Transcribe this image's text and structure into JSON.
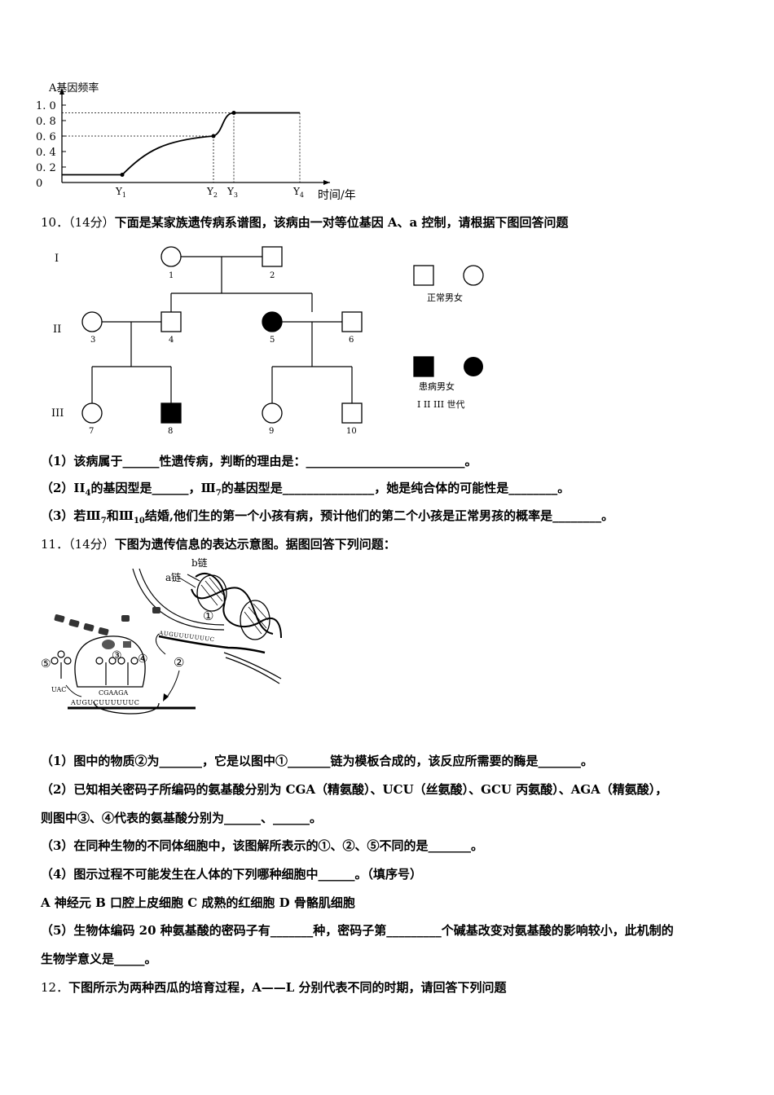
{
  "chart_data": {
    "type": "line",
    "ylabel": "A基因频率",
    "xlabel": "时间/年",
    "yticks": [
      "1. 0",
      "0. 8",
      "0. 6",
      "0. 4",
      "0. 2",
      "0"
    ],
    "xticks": [
      "Y1",
      "Y2",
      "Y3",
      "Y4"
    ],
    "ylim": [
      0,
      1.0
    ],
    "series": [
      {
        "points": [
          {
            "x": "start",
            "y": 0.1
          },
          {
            "x": "Y1",
            "y": 0.1
          },
          {
            "x": "Y2",
            "y": 0.6
          },
          {
            "x": "Y3",
            "y": 0.9
          },
          {
            "x": "Y4",
            "y": 0.9
          }
        ]
      }
    ],
    "grid": false
  },
  "q10": {
    "number": "10．",
    "score": "（14分）",
    "text": "下面是某家族遗传病系谱图，该病由一对等位基因 A、a 控制，请根据下图回答问题",
    "pedigree": {
      "generations": [
        "I",
        "II",
        "III"
      ],
      "members": [
        "1",
        "2",
        "3",
        "4",
        "5",
        "6",
        "7",
        "8",
        "9",
        "10"
      ],
      "legend_normal": "正常男女",
      "legend_affected": "患病男女",
      "legend_generations": "I  II  III  世代"
    },
    "s1": "（1）该病属于______性遗传病，判断的理由是：__________________________。",
    "s2a": "（2）II",
    "s2sub1": "4",
    "s2b": "的基因型是______，Ⅲ",
    "s2sub2": "7",
    "s2c": "的基因型是_______________，她是纯合体的可能性是________。",
    "s3a": "（3）若Ⅲ",
    "s3sub1": "7",
    "s3b": "和Ⅲ",
    "s3sub2": "10",
    "s3c": "结婚,他们生的第一个小孩有病，预计他们的第二个小孩是正常男孩的概率是________。"
  },
  "q11": {
    "number": "11．",
    "score": "（14分）",
    "text": "下图为遗传信息的表达示意图。据图回答下列问题：",
    "fig": {
      "b_chain": "b链",
      "a_chain": "a链",
      "m1": "①",
      "m2": "②",
      "m3": "③",
      "m4": "④",
      "m5": "⑤",
      "mrna_top": "AUGUUUUUUUC",
      "anticodon": "UAC",
      "codons_top": "CGAAGA",
      "mrna_bottom": "AUGUCUUUUUUC"
    },
    "s1": "（1）图中的物质②为_______，它是以图中①_______链为模板合成的，该反应所需要的酶是_______。",
    "s2": "（2）已知相关密码子所编码的氨基酸分别为 CGA（精氨酸）、UCU（丝氨酸）、GCU 丙氨酸）、AGA（精氨酸），",
    "s2b": "则图中③、④代表的氨基酸分别为______、______。",
    "s3": "（3）在同种生物的不同体细胞中，该图解所表示的①、②、⑤不同的是_______。",
    "s4": "（4）图示过程不可能发生在人体的下列哪种细胞中______。（填序号）",
    "s4opts": "A 神经元  B 口腔上皮细胞   C 成熟的红细胞   D 骨骼肌细胞",
    "s5": "（5）生物体编码 20 种氨基酸的密码子有_______种，密码子第_________个碱基改变对氨基酸的影响较小，此机制的",
    "s5b": "生物学意义是_____。"
  },
  "q12": {
    "number": "12．",
    "text": "下图所示为两种西瓜的培育过程，A——L 分别代表不同的时期，请回答下列问题"
  }
}
